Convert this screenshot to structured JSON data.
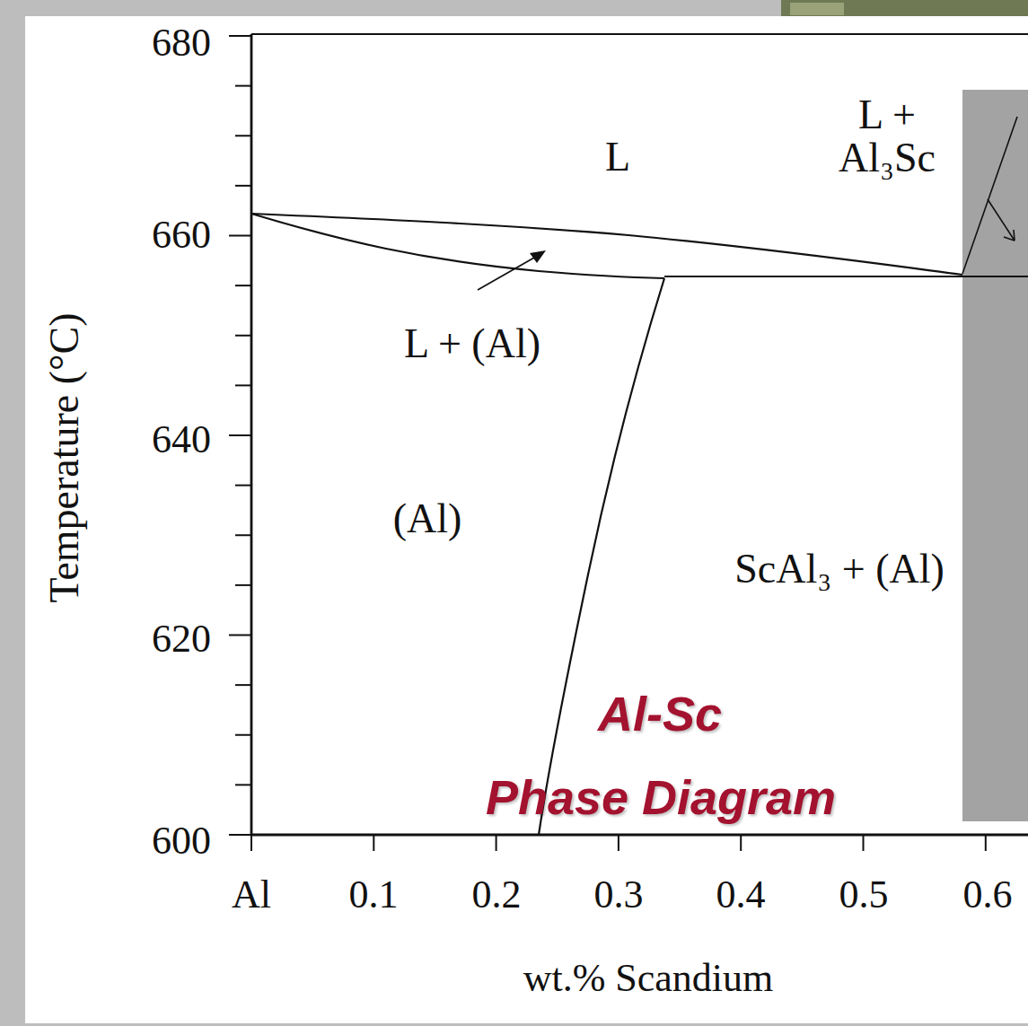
{
  "diagram": {
    "labels": [
      "680",
      "660",
      "640",
      "620",
      "600",
      "Temperature (°C)",
      "L",
      "L + Al₃Sc",
      "L + (Al)",
      "(Al)",
      "ScAl₃ + (Al)",
      "Al-Sc",
      "Phase Diagram",
      "Al",
      "0.1",
      "0.2",
      "0.3",
      "0.4",
      "0.5",
      "0.6",
      "wt.% Scandium"
    ]
  }
}
